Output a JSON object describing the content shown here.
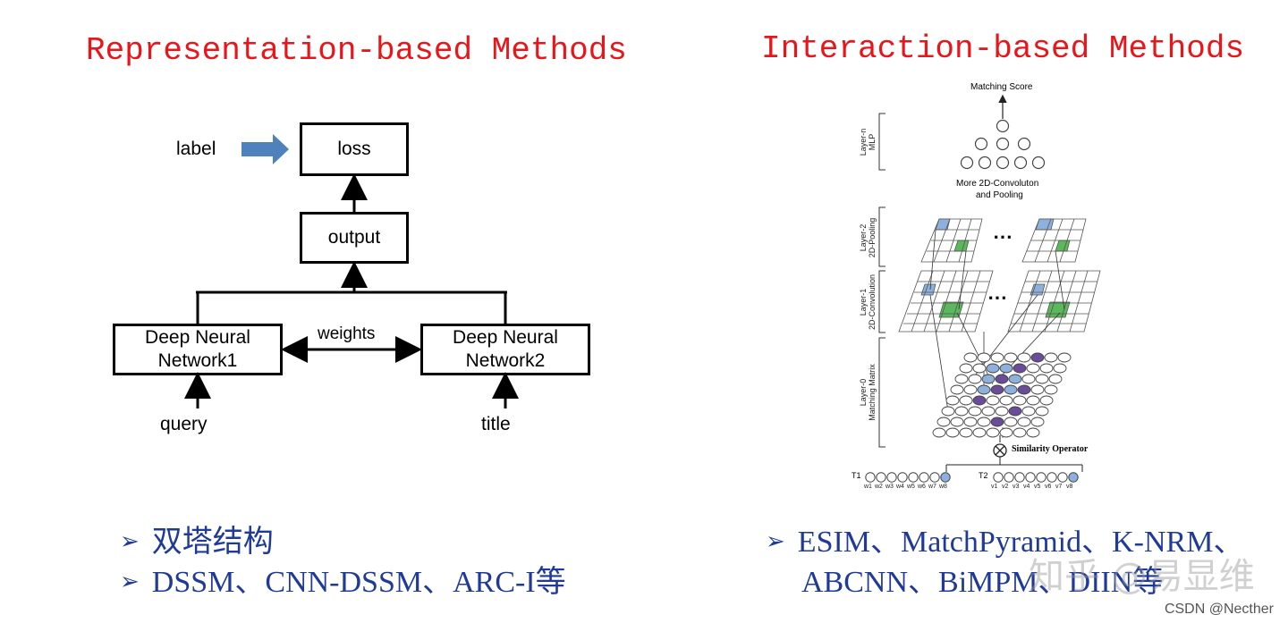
{
  "left": {
    "title": "Representation-based Methods",
    "diagram": {
      "label": "label",
      "loss": "loss",
      "output": "output",
      "weights": "weights",
      "dnn1": [
        "Deep Neural",
        "Network1"
      ],
      "dnn2": [
        "Deep Neural",
        "Network2"
      ],
      "query": "query",
      "title_input": "title"
    },
    "bullets": [
      "双塔结构",
      "DSSM、CNN-DSSM、ARC-I等"
    ]
  },
  "right": {
    "title": "Interaction-based Methods",
    "diagram": {
      "matching_score": "Matching Score",
      "layer_n": [
        "Layer-n",
        "MLP"
      ],
      "more_conv": [
        "More 2D-Convoluton",
        "and Pooling"
      ],
      "layer2": [
        "Layer-2",
        "2D-Pooling"
      ],
      "layer1": [
        "Layer-1",
        "2D-Convolution"
      ],
      "layer0": [
        "Layer-0",
        "Matching Matrix"
      ],
      "similarity": "Similarity Operator",
      "ellipsis": "⋯",
      "t1": "T1",
      "t2": "T2",
      "w_labels": [
        "w1",
        "w2",
        "w3",
        "w4",
        "w5",
        "w6",
        "w7",
        "w8"
      ],
      "v_labels": [
        "v1",
        "v2",
        "v3",
        "v4",
        "v5",
        "v6",
        "v7",
        "v8"
      ]
    },
    "bullets": [
      "ESIM、MatchPyramid、K-NRM、",
      "ABCNN、BiMPM、DIIN等"
    ]
  },
  "bullet_marker": "➢",
  "watermark_zhihu": "知乎 @易显维",
  "watermark_csdn": "CSDN @Necther",
  "colors": {
    "title": "#e8161a",
    "bullet": "#1f3a98",
    "arrow": "#4f81bd",
    "blue_cell": "#8db0dd",
    "green_cell": "#5cb85c",
    "purple_node": "#6b4c9a"
  }
}
